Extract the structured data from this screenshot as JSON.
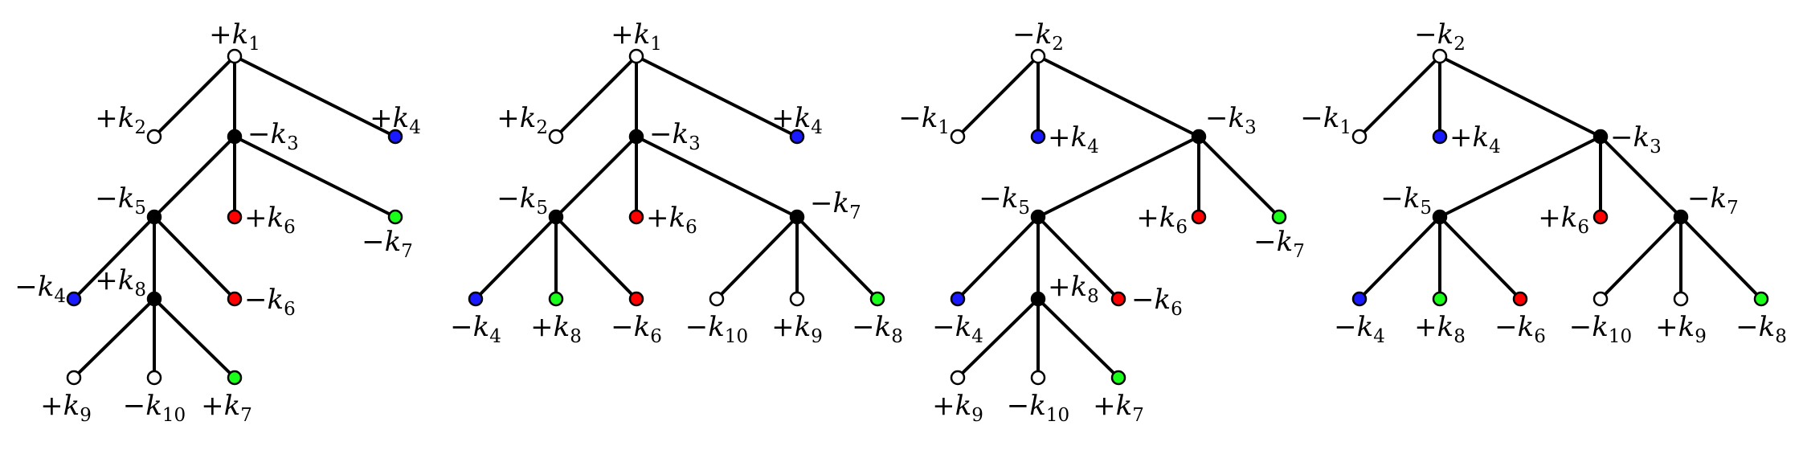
{
  "colors": {
    "white": "#ffffff",
    "black": "#000000",
    "blue": "#1a1aff",
    "red": "#ff0000",
    "green": "#1aff1a"
  },
  "diagrams": [
    {
      "nodes": [
        {
          "id": "a",
          "color": "white",
          "sign": "+",
          "sub": "1"
        },
        {
          "id": "b",
          "color": "white",
          "sign": "+",
          "sub": "2"
        },
        {
          "id": "c",
          "color": "black",
          "sign": "−",
          "sub": "3"
        },
        {
          "id": "d",
          "color": "blue",
          "sign": "+",
          "sub": "4"
        },
        {
          "id": "e",
          "color": "black",
          "sign": "−",
          "sub": "5"
        },
        {
          "id": "f",
          "color": "red",
          "sign": "+",
          "sub": "6"
        },
        {
          "id": "g",
          "color": "green",
          "sign": "−",
          "sub": "7"
        },
        {
          "id": "h",
          "color": "blue",
          "sign": "−",
          "sub": "4"
        },
        {
          "id": "i",
          "color": "black",
          "sign": "+",
          "sub": "8"
        },
        {
          "id": "j",
          "color": "red",
          "sign": "−",
          "sub": "6"
        },
        {
          "id": "k",
          "color": "white",
          "sign": "+",
          "sub": "9"
        },
        {
          "id": "l",
          "color": "white",
          "sign": "−",
          "sub": "10"
        },
        {
          "id": "m",
          "color": "green",
          "sign": "+",
          "sub": "7"
        }
      ],
      "edges": [
        [
          "a",
          "b"
        ],
        [
          "a",
          "c"
        ],
        [
          "a",
          "d"
        ],
        [
          "c",
          "e"
        ],
        [
          "c",
          "f"
        ],
        [
          "c",
          "g"
        ],
        [
          "e",
          "h"
        ],
        [
          "e",
          "i"
        ],
        [
          "e",
          "j"
        ],
        [
          "i",
          "k"
        ],
        [
          "i",
          "l"
        ],
        [
          "i",
          "m"
        ]
      ]
    },
    {
      "nodes": [
        {
          "id": "a",
          "color": "white",
          "sign": "+",
          "sub": "1"
        },
        {
          "id": "b",
          "color": "white",
          "sign": "+",
          "sub": "2"
        },
        {
          "id": "c",
          "color": "black",
          "sign": "−",
          "sub": "3"
        },
        {
          "id": "d",
          "color": "blue",
          "sign": "+",
          "sub": "4"
        },
        {
          "id": "e",
          "color": "black",
          "sign": "−",
          "sub": "5"
        },
        {
          "id": "f",
          "color": "red",
          "sign": "+",
          "sub": "6"
        },
        {
          "id": "g",
          "color": "black",
          "sign": "−",
          "sub": "7"
        },
        {
          "id": "h",
          "color": "blue",
          "sign": "−",
          "sub": "4"
        },
        {
          "id": "i",
          "color": "green",
          "sign": "+",
          "sub": "8"
        },
        {
          "id": "j",
          "color": "red",
          "sign": "−",
          "sub": "6"
        },
        {
          "id": "k",
          "color": "white",
          "sign": "−",
          "sub": "10"
        },
        {
          "id": "l",
          "color": "white",
          "sign": "+",
          "sub": "9"
        },
        {
          "id": "m",
          "color": "green",
          "sign": "−",
          "sub": "8"
        }
      ],
      "edges": [
        [
          "a",
          "b"
        ],
        [
          "a",
          "c"
        ],
        [
          "a",
          "d"
        ],
        [
          "c",
          "e"
        ],
        [
          "c",
          "f"
        ],
        [
          "c",
          "g"
        ],
        [
          "e",
          "h"
        ],
        [
          "e",
          "i"
        ],
        [
          "e",
          "j"
        ],
        [
          "g",
          "k"
        ],
        [
          "g",
          "l"
        ],
        [
          "g",
          "m"
        ]
      ]
    },
    {
      "nodes": [
        {
          "id": "a",
          "color": "white",
          "sign": "−",
          "sub": "2"
        },
        {
          "id": "b",
          "color": "white",
          "sign": "−",
          "sub": "1"
        },
        {
          "id": "c",
          "color": "blue",
          "sign": "+",
          "sub": "4"
        },
        {
          "id": "d",
          "color": "black",
          "sign": "−",
          "sub": "3"
        },
        {
          "id": "e",
          "color": "black",
          "sign": "−",
          "sub": "5"
        },
        {
          "id": "f",
          "color": "red",
          "sign": "+",
          "sub": "6"
        },
        {
          "id": "g",
          "color": "green",
          "sign": "−",
          "sub": "7"
        },
        {
          "id": "h",
          "color": "blue",
          "sign": "−",
          "sub": "4"
        },
        {
          "id": "i",
          "color": "black",
          "sign": "+",
          "sub": "8"
        },
        {
          "id": "j",
          "color": "red",
          "sign": "−",
          "sub": "6"
        },
        {
          "id": "k",
          "color": "white",
          "sign": "+",
          "sub": "9"
        },
        {
          "id": "l",
          "color": "white",
          "sign": "−",
          "sub": "10"
        },
        {
          "id": "m",
          "color": "green",
          "sign": "+",
          "sub": "7"
        }
      ],
      "edges": [
        [
          "a",
          "b"
        ],
        [
          "a",
          "c"
        ],
        [
          "a",
          "d"
        ],
        [
          "d",
          "e"
        ],
        [
          "d",
          "f"
        ],
        [
          "d",
          "g"
        ],
        [
          "e",
          "h"
        ],
        [
          "e",
          "i"
        ],
        [
          "e",
          "j"
        ],
        [
          "i",
          "k"
        ],
        [
          "i",
          "l"
        ],
        [
          "i",
          "m"
        ]
      ]
    },
    {
      "nodes": [
        {
          "id": "a",
          "color": "white",
          "sign": "−",
          "sub": "2"
        },
        {
          "id": "b",
          "color": "white",
          "sign": "−",
          "sub": "1"
        },
        {
          "id": "c",
          "color": "blue",
          "sign": "+",
          "sub": "4"
        },
        {
          "id": "d",
          "color": "black",
          "sign": "−",
          "sub": "3"
        },
        {
          "id": "e",
          "color": "black",
          "sign": "−",
          "sub": "5"
        },
        {
          "id": "f",
          "color": "red",
          "sign": "+",
          "sub": "6"
        },
        {
          "id": "g",
          "color": "black",
          "sign": "−",
          "sub": "7"
        },
        {
          "id": "h",
          "color": "blue",
          "sign": "−",
          "sub": "4"
        },
        {
          "id": "i",
          "color": "green",
          "sign": "+",
          "sub": "8"
        },
        {
          "id": "j",
          "color": "red",
          "sign": "−",
          "sub": "6"
        },
        {
          "id": "k",
          "color": "white",
          "sign": "−",
          "sub": "10"
        },
        {
          "id": "l",
          "color": "white",
          "sign": "+",
          "sub": "9"
        },
        {
          "id": "m",
          "color": "green",
          "sign": "−",
          "sub": "8"
        }
      ],
      "edges": [
        [
          "a",
          "b"
        ],
        [
          "a",
          "c"
        ],
        [
          "a",
          "d"
        ],
        [
          "d",
          "e"
        ],
        [
          "d",
          "f"
        ],
        [
          "d",
          "g"
        ],
        [
          "e",
          "h"
        ],
        [
          "e",
          "i"
        ],
        [
          "e",
          "j"
        ],
        [
          "g",
          "k"
        ],
        [
          "g",
          "l"
        ],
        [
          "g",
          "m"
        ]
      ]
    }
  ]
}
